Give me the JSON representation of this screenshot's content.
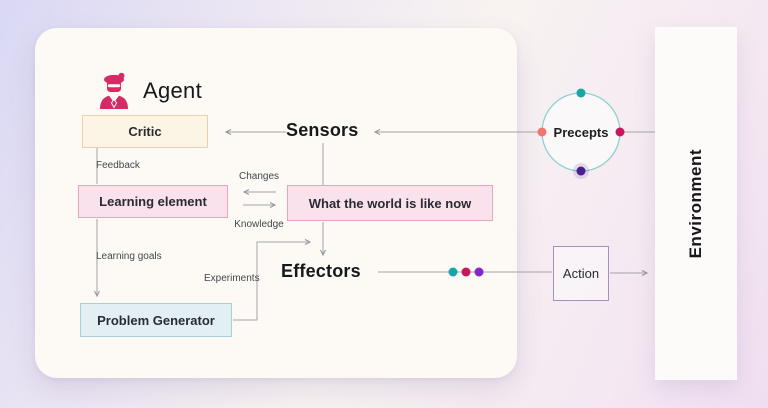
{
  "diagram": {
    "title": "Agent",
    "boxes": {
      "critic": "Critic",
      "learning_element": "Learning element",
      "world_state": "What the world is like now",
      "problem_generator": "Problem Generator",
      "action": "Action"
    },
    "nodes": {
      "sensors": "Sensors",
      "effectors": "Effectors",
      "precepts": "Precepts",
      "environment": "Environment"
    },
    "edge_labels": {
      "feedback": "Feedback",
      "changes": "Changes",
      "knowledge": "Knowledge",
      "learning_goals": "Learning goals",
      "experiments": "Experiments"
    },
    "palette": {
      "agent_icon_color": "#d42a66",
      "teal": "#18a5a7",
      "salmon": "#f4756b",
      "magenta": "#c9175e",
      "deep_purple": "#45208e",
      "violet": "#8228c9",
      "connector_gray": "#a3a3a8",
      "circle_stroke": "#87cfcb",
      "critic_fill": "#fcf4e4",
      "pink_fill": "#f9e2eb",
      "blue_fill": "#e2f0f4"
    }
  }
}
